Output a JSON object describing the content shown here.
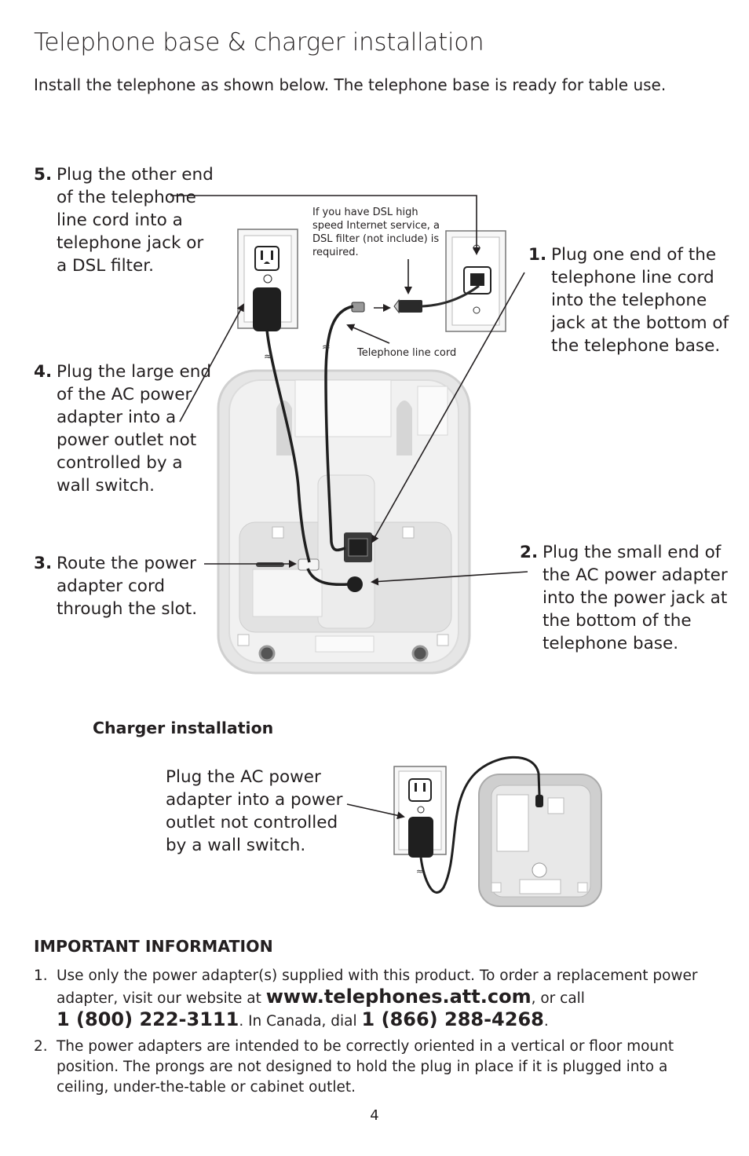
{
  "page": {
    "title": "Telephone base & charger installation",
    "intro": "Install the telephone as shown below. The telephone base is ready for table use.",
    "page_number": "4"
  },
  "base_install": {
    "steps": [
      {
        "num": "5.",
        "text": "Plug the other end of the telephone line cord into a telephone jack or a DSL filter."
      },
      {
        "num": "4.",
        "text": "Plug the large end of the AC power adapter into a power outlet not controlled by a wall switch."
      },
      {
        "num": "3.",
        "text": "Route the power adapter cord through the slot."
      },
      {
        "num": "1.",
        "text": "Plug one end of the telephone line cord into the telephone jack at the bottom of the telephone base."
      },
      {
        "num": "2.",
        "text": "Plug the small end of the AC power adapter into the power jack at the bottom of the telephone base."
      }
    ],
    "dsl_note": "If you have DSL high speed Internet service, a DSL filter (not include) is required.",
    "line_cord_label": "Telephone line cord"
  },
  "charger": {
    "heading": "Charger installation",
    "text": "Plug the AC power adapter into a power outlet not controlled by a wall switch."
  },
  "important": {
    "heading": "IMPORTANT INFORMATION",
    "item1": {
      "num": "1.",
      "text_a": "Use only the power adapter(s) supplied with this product. To order a replacement power adapter, visit our website at ",
      "url": "www.telephones.att.com",
      "text_b": ", or call ",
      "phone_us": "1 (800) 222-3111",
      "text_c": ". In Canada, dial ",
      "phone_ca": "1 (866) 288-4268",
      "text_d": "."
    },
    "item2": {
      "num": "2.",
      "text": "The power adapters are intended to be correctly oriented in a vertical or floor mount position. The prongs are not designed to hold the plug in place if it is plugged into a ceiling, under-the-table or cabinet outlet."
    }
  }
}
